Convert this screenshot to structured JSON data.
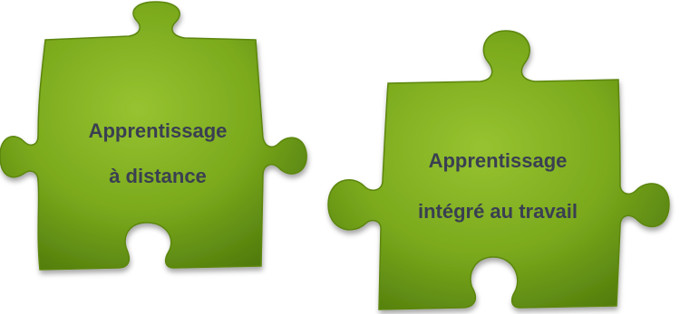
{
  "pieces": {
    "left": {
      "line1": "Apprentissage",
      "line2": "à distance"
    },
    "right": {
      "line1": "Apprentissage",
      "line2": "intégré au travail"
    }
  },
  "colors": {
    "piece_light": "#8dbb2b",
    "piece_mid": "#6e9e16",
    "piece_dark": "#4f7a0c",
    "text": "#3a3f52",
    "background": "#ffffff"
  }
}
